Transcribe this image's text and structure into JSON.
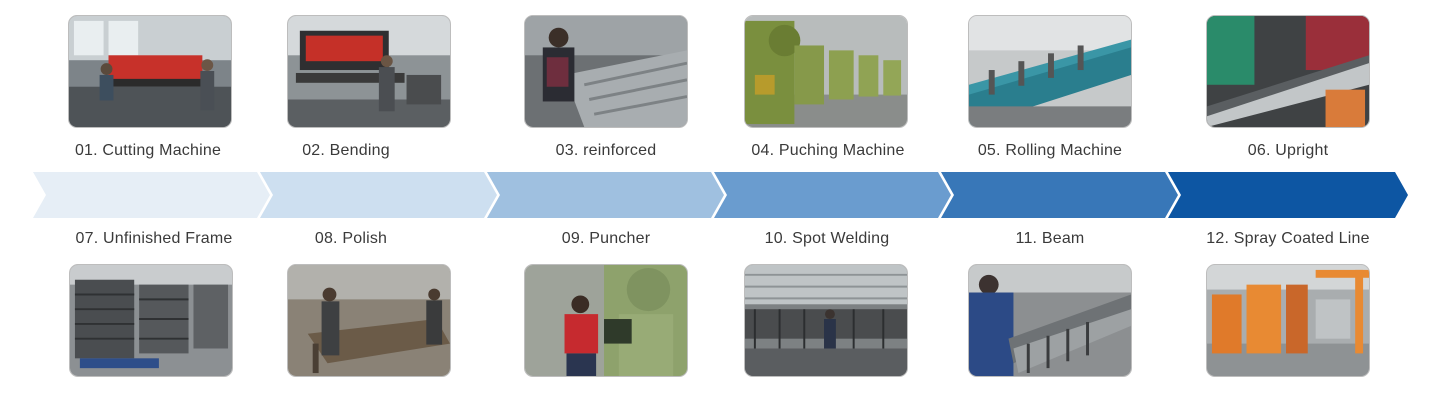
{
  "steps": [
    {
      "num": "01.",
      "name": "Cutting Machine"
    },
    {
      "num": "02.",
      "name": "Bending"
    },
    {
      "num": "03.",
      "name": "reinforced"
    },
    {
      "num": "04.",
      "name": "Puching Machine"
    },
    {
      "num": "05.",
      "name": "Rolling Machine"
    },
    {
      "num": "06.",
      "name": "Upright"
    },
    {
      "num": "07.",
      "name": "Unfinished Frame"
    },
    {
      "num": "08.",
      "name": "Polish"
    },
    {
      "num": "09.",
      "name": "Puncher"
    },
    {
      "num": "10.",
      "name": "Spot Welding"
    },
    {
      "num": "11.",
      "name": "Beam"
    },
    {
      "num": "12.",
      "name": "Spray Coated Line"
    }
  ],
  "labels": [
    "01. Cutting Machine",
    "02. Bending",
    "03. reinforced",
    "04. Puching Machine",
    "05. Rolling Machine",
    "06. Upright",
    "07. Unfinished Frame",
    "08. Polish",
    "09. Puncher",
    "10. Spot Welding",
    "11. Beam",
    "12. Spray Coated Line"
  ],
  "photos": [
    "cutting-machine-photo",
    "bending-photo",
    "reinforced-photo",
    "puching-machine-photo",
    "rolling-machine-photo",
    "upright-photo",
    "unfinished-frame-photo",
    "polish-photo",
    "puncher-photo",
    "spot-welding-photo",
    "beam-photo",
    "spray-coated-line-photo"
  ],
  "arrow_colors": [
    "#e6eef6",
    "#cddff0",
    "#9fc0e0",
    "#6a9ccf",
    "#3877b8",
    "#0d56a3"
  ]
}
